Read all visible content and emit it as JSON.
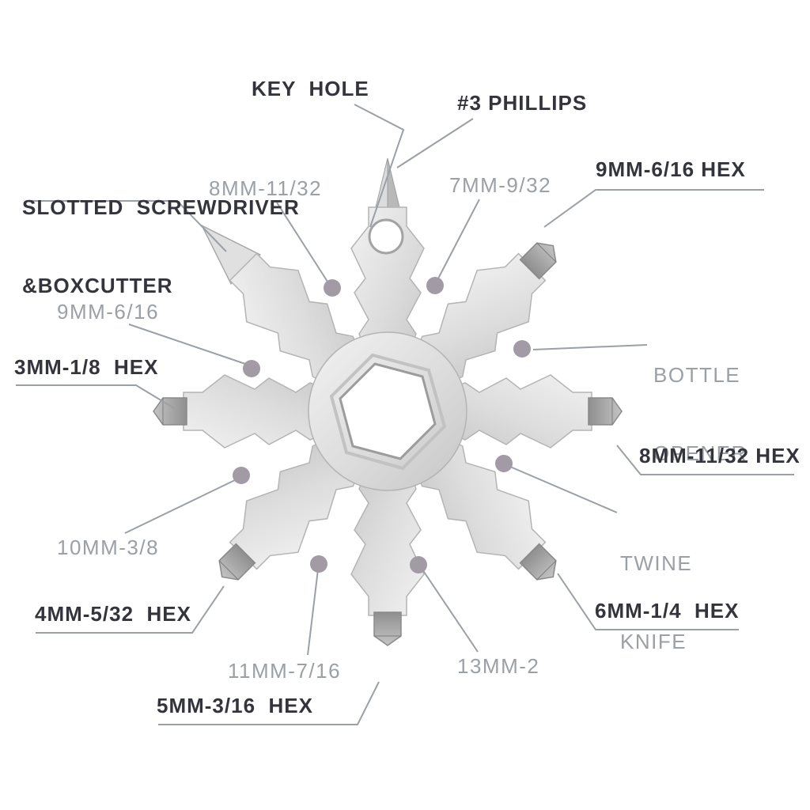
{
  "callouts": {
    "key_hole": "KEY  HOLE",
    "phillips_3": "#3 PHILLIPS",
    "slotted_screwdriver_line1": "SLOTTED  SCREWDRIVER",
    "slotted_screwdriver_line2": "&BOXCUTTER",
    "socket_8mm": "8MM-11/32",
    "socket_7mm": "7MM-9/32",
    "hex_9mm": "9MM-6/16 HEX",
    "socket_9mm": "9MM-6/16",
    "bottle_opener_line1": "BOTTLE",
    "bottle_opener_line2": "OPENER",
    "hex_3mm": "3MM-1/8  HEX",
    "hex_8mm": "8MM-11/32 HEX",
    "socket_10mm": "10MM-3/8",
    "twine_knife_line1": "TWINE",
    "twine_knife_line2": "KNIFE",
    "hex_4mm": "4MM-5/32  HEX",
    "hex_6mm": "6MM-1/4  HEX",
    "socket_11mm": "11MM-7/16",
    "socket_13mm": "13MM-2",
    "hex_5mm": "5MM-3/16  HEX"
  },
  "colors": {
    "bold_label": "#34343c",
    "gray_label": "#9aa0a6",
    "leader_line": "#9aa0a6",
    "marker_dot": "#a29aa4",
    "metal_light": "#efefef",
    "metal_dark": "#c6c6c6",
    "bit_dark": "#939393",
    "background": "#ffffff"
  }
}
